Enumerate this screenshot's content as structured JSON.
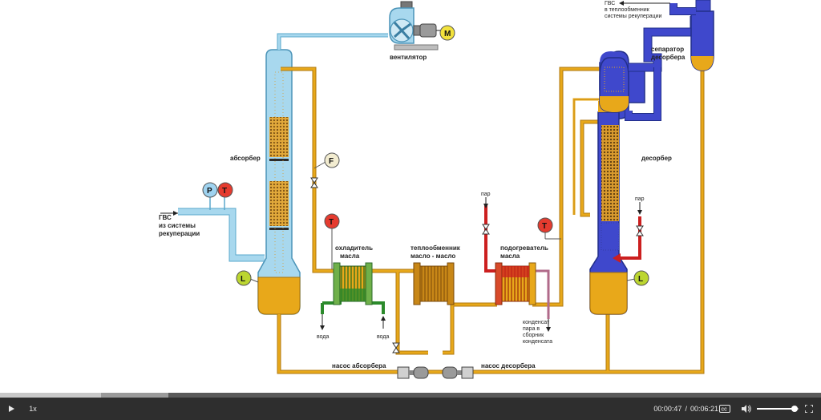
{
  "diagram": {
    "labels": {
      "absorber": "абсорбер",
      "desorber": "десорбер",
      "fan": "вентилятор",
      "separator_l1": "сепаратор",
      "separator_l2": "десорбера",
      "gvs_in_l1": "ГВС",
      "gvs_in_l2": "из системы",
      "gvs_in_l3": "рекуперации",
      "gvs_out_l1": "ГВС",
      "gvs_out_l2": "в теплообменник",
      "gvs_out_l3": "системы рекуперации",
      "cooler_l1": "охладитель",
      "cooler_l2": "масла",
      "oil_hx_l1": "теплообменник",
      "oil_hx_l2": "масло - масло",
      "heater_l1": "подогреватель",
      "heater_l2": "масла",
      "steam_1": "пар",
      "steam_2": "пар",
      "water_1": "вода",
      "water_2": "вода",
      "condensate_l1": "конденсат",
      "condensate_l2": "пара в",
      "condensate_l3": "сборник",
      "condensate_l4": "конденсата",
      "pump_absorber": "насос абсорбера",
      "pump_desorber": "насос десорбера"
    },
    "instruments": {
      "pressure": "P",
      "temperature": "T",
      "flow": "F",
      "level": "L",
      "motor": "M"
    },
    "colors": {
      "air": "#a8d8ee",
      "oil": "#e8a81a",
      "hot_gas": "#3f48cc",
      "cooling_water": "#2b8a2b",
      "steam": "#cc1f1f",
      "temperature_gauge": "#e53b2f",
      "level_gauge": "#bcd630",
      "pressure_gauge": "#9fd3f0",
      "flow_gauge": "#f2ecd0",
      "motor_gauge": "#f2e23c"
    }
  },
  "player": {
    "play_icon": "play-icon",
    "speed": "1x",
    "current_time": "00:00:47",
    "time_separator": "/",
    "duration": "00:06:21",
    "cc_label": "CC",
    "volume_icon": "volume-icon",
    "volume_level": 0.9,
    "fullscreen_icon": "fullscreen-icon",
    "progress_fraction": 0.123,
    "buffered_fraction": 0.205
  }
}
